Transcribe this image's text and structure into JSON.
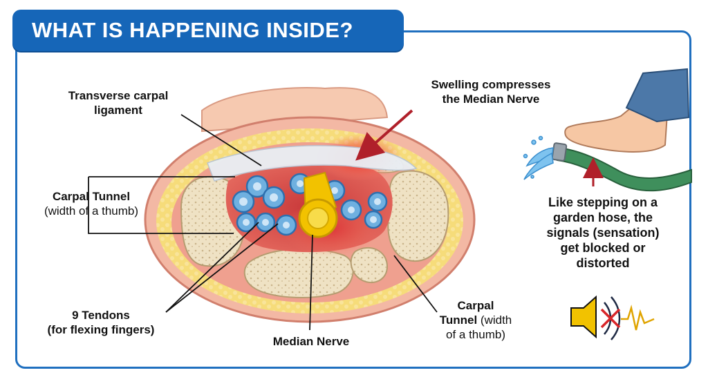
{
  "title": "WHAT IS HAPPENING INSIDE?",
  "labels": {
    "ligament": {
      "line1": "Transverse carpal",
      "line2": "ligament"
    },
    "swelling": {
      "line1": "Swelling compresses",
      "line2": "the Median Nerve"
    },
    "tunnel_left": {
      "line1": "Carpal Tunnel",
      "line2": "(width of a thumb)"
    },
    "tendons": {
      "line1": "9 Tendons",
      "line2": "(for flexing fingers)"
    },
    "median_nerve": "Median Nerve",
    "tunnel_right": {
      "line1_bold": "Carpal",
      "line2_bold": "Tunnel",
      "line2_normal": " (width",
      "line3": "of a thumb)"
    },
    "hose": {
      "line1": "Like stepping on a",
      "line2": "garden hose, the",
      "line3": "signals (sensation)",
      "line4": "get blocked or",
      "line5": "distorted"
    }
  },
  "colors": {
    "banner": "#1666b8",
    "frame": "#1f6fbf",
    "nerve": "#f2c200",
    "tendon": "#6fb0e0",
    "bone": "#efe2c4",
    "inflammation": "#e23a3a",
    "arrow": "#b0202a",
    "hose": "#3f8f5c"
  },
  "icons": [
    "foot-icon",
    "garden-hose-icon",
    "water-spray-icon",
    "speaker-muted-icon",
    "signal-wave-icon"
  ]
}
